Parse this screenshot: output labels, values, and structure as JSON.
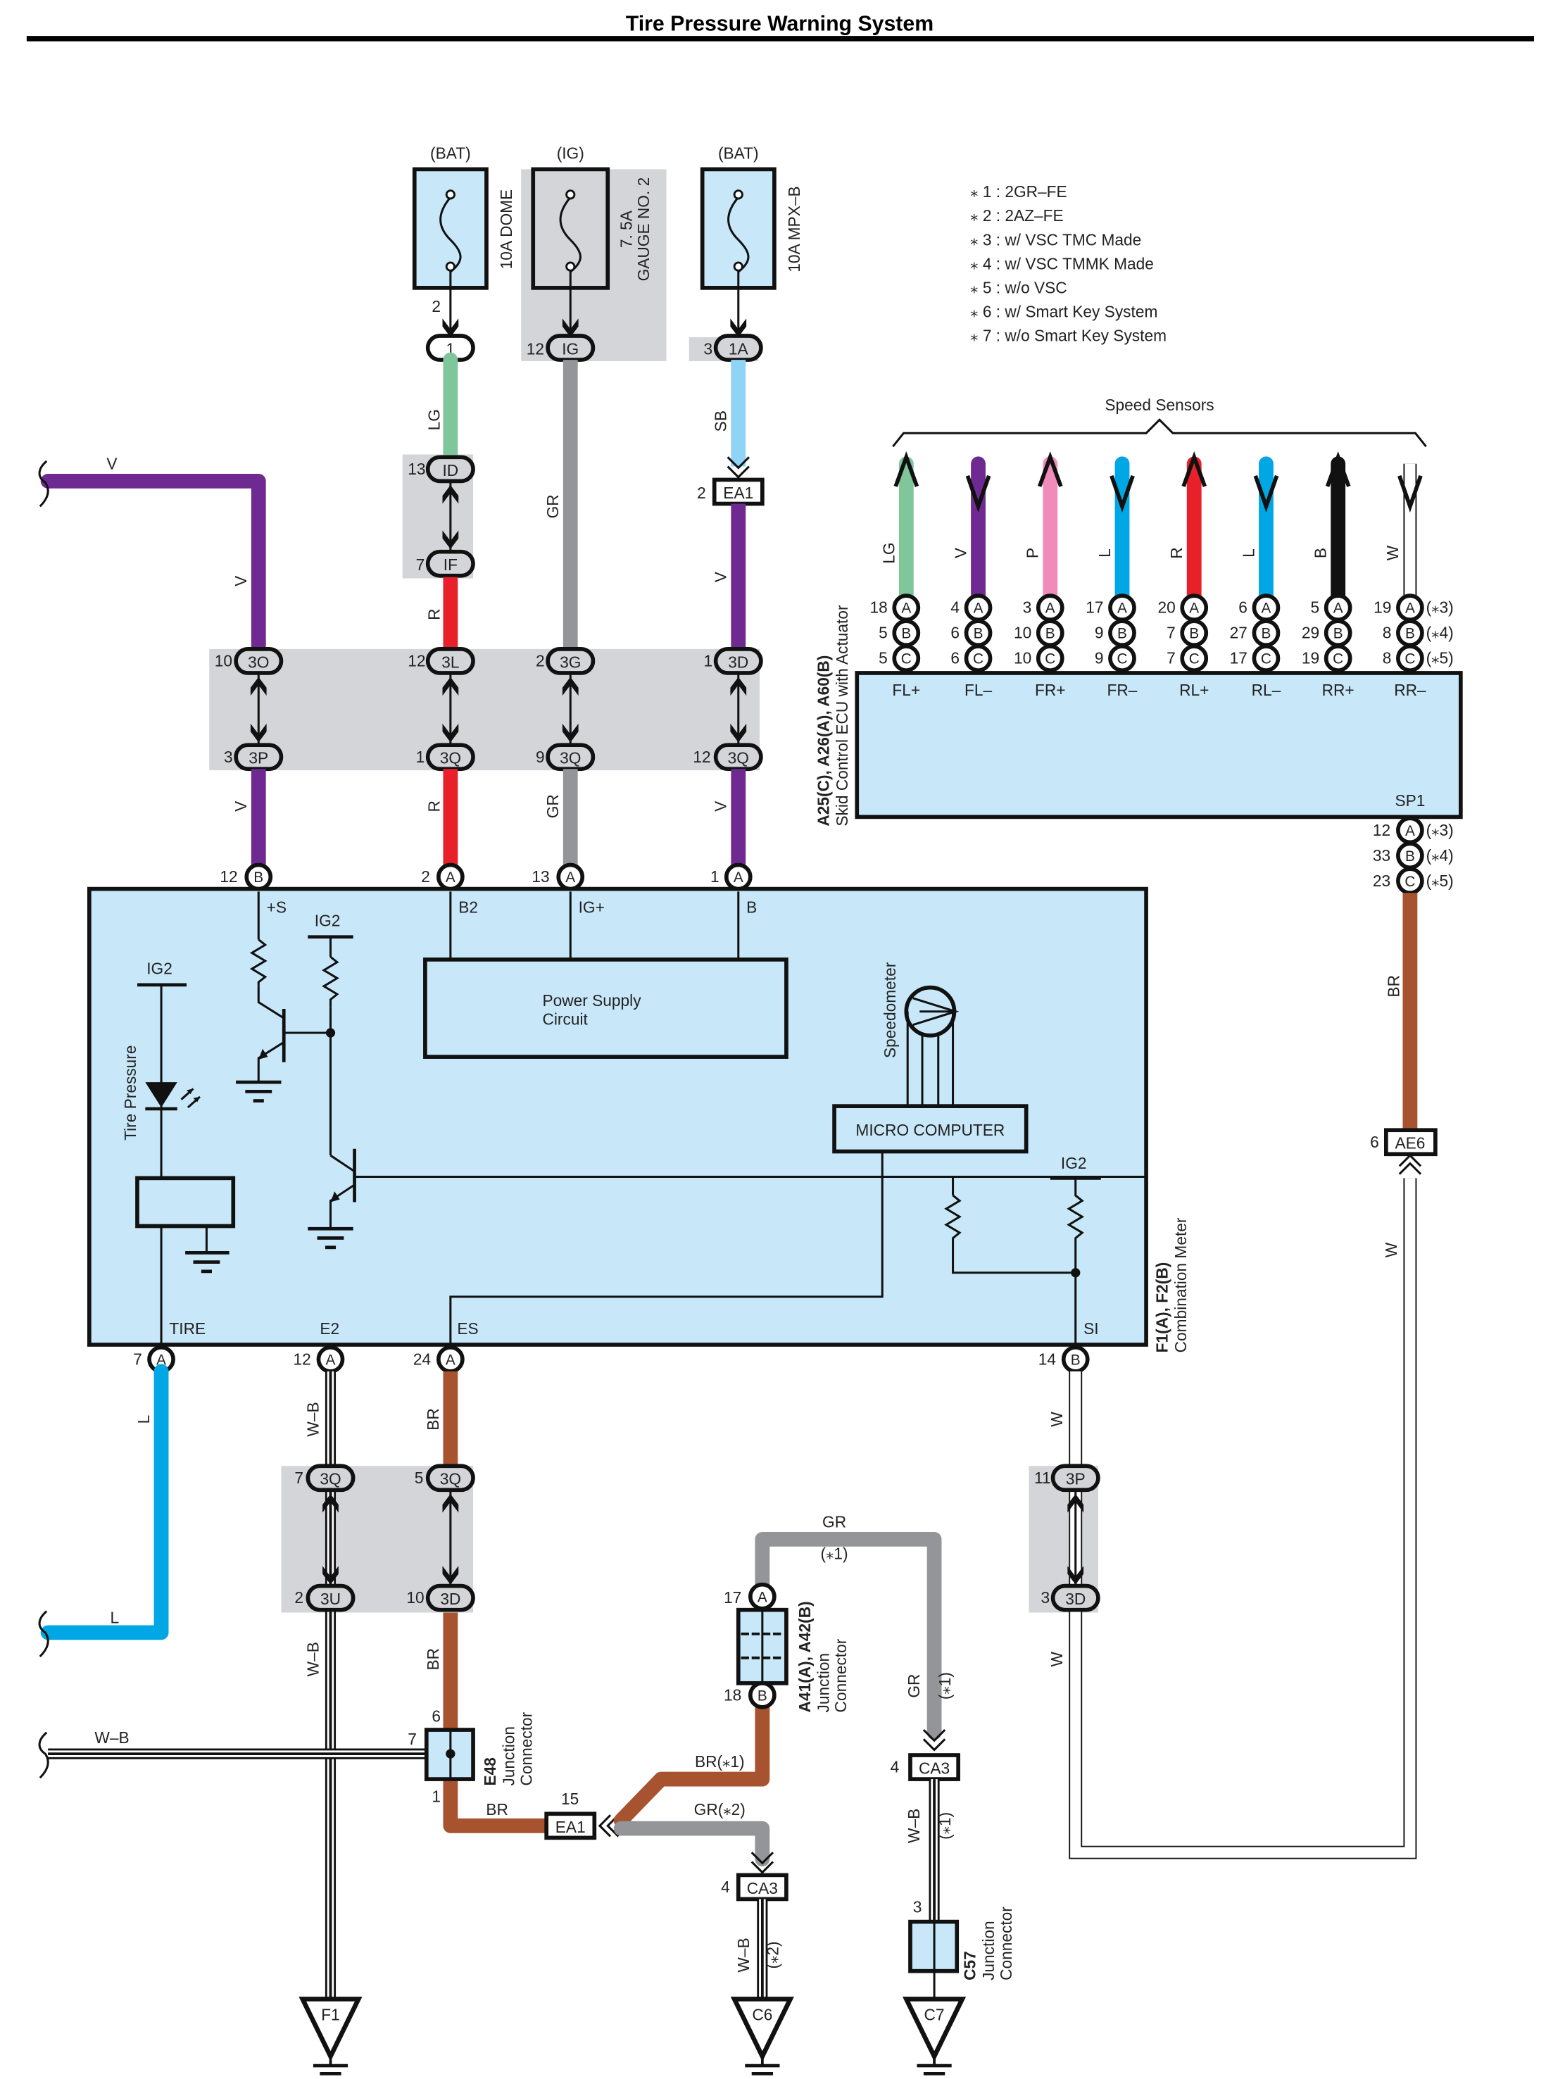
{
  "title": "Tire Pressure Warning System",
  "colors": {
    "V": "#6e2a91",
    "R": "#e8202a",
    "GR": "#939598",
    "LG": "#7fc79a",
    "SB": "#8fd3f5",
    "L": "#00a7e4",
    "P": "#f08cba",
    "B": "#111111",
    "BR": "#a8532f",
    "W": "#ffffff",
    "component_fill": "#c8e8f9",
    "splice_panel": "#d4d5d8"
  },
  "notes": [
    "⁎ 1 : 2GR–FE",
    "⁎ 2 : 2AZ–FE",
    "⁎ 3 : w/ VSC TMC Made",
    "⁎ 4 : w/ VSC TMMK Made",
    "⁎ 5 : w/o VSC",
    "⁎ 6 : w/ Smart Key System",
    "⁎ 7 : w/o Smart Key System"
  ],
  "fuses": [
    {
      "source": "(BAT)",
      "name": "10A DOME",
      "name2": "",
      "pin": "2",
      "connector": "1"
    },
    {
      "source": "(IG)",
      "name": "7. 5A",
      "name2": "GAUGE NO. 2",
      "pin": "12",
      "connector": "IG"
    },
    {
      "source": "(BAT)",
      "name": "10A MPX–B",
      "name2": "",
      "pin": "3",
      "connector": "1A"
    }
  ],
  "upper_wires": {
    "dome_wire": "LG",
    "gauge_wire": "GR",
    "mpx_wire": "SB",
    "id_pin": "13",
    "id_conn": "ID",
    "if_pin": "7",
    "if_conn": "IF",
    "ea1_pin": "2",
    "ea1_conn": "EA1",
    "left_wire": "V"
  },
  "splice_row": [
    {
      "top_pin": "10",
      "top_conn": "3O",
      "bot_pin": "3",
      "bot_conn": "3P",
      "wire_top": "V",
      "wire_bot": "V"
    },
    {
      "top_pin": "12",
      "top_conn": "3L",
      "bot_pin": "1",
      "bot_conn": "3Q",
      "wire_top": "R",
      "wire_bot": "R"
    },
    {
      "top_pin": "2",
      "top_conn": "3G",
      "bot_pin": "9",
      "bot_conn": "3Q",
      "wire_top": "GR",
      "wire_bot": "GR"
    },
    {
      "top_pin": "1",
      "top_conn": "3D",
      "bot_pin": "12",
      "bot_conn": "3Q",
      "wire_top": "V",
      "wire_bot": "V"
    }
  ],
  "meter": {
    "name_code": "F1(A), F2(B)",
    "name": "Combination Meter",
    "top_pins": [
      {
        "pin": "12",
        "conn": "B",
        "terminal": "+S"
      },
      {
        "pin": "2",
        "conn": "A",
        "terminal": "B2"
      },
      {
        "pin": "13",
        "conn": "A",
        "terminal": "IG+"
      },
      {
        "pin": "1",
        "conn": "A",
        "terminal": "B"
      }
    ],
    "bottom_pins": [
      {
        "pin": "7",
        "conn": "A",
        "terminal": "TIRE"
      },
      {
        "pin": "12",
        "conn": "A",
        "terminal": "E2"
      },
      {
        "pin": "24",
        "conn": "A",
        "terminal": "ES"
      },
      {
        "pin": "14",
        "conn": "B",
        "terminal": "SI"
      }
    ],
    "ig2": "IG2",
    "tire_pressure": "Tire Pressure",
    "power_supply": "Power Supply",
    "power_supply2": "Circuit",
    "speedometer": "Speedometer",
    "micro_computer": "MICRO COMPUTER"
  },
  "ecu": {
    "name_code": "A25(C), A26(A), A60(B)",
    "name": "Skid Control ECU with Actuator",
    "speed_sensors_label": "Speed Sensors",
    "terminals": [
      {
        "terminal": "FL+",
        "wire": "LG",
        "pins": [
          "18",
          "5",
          "5"
        ],
        "dir": "up"
      },
      {
        "terminal": "FL–",
        "wire": "V",
        "pins": [
          "4",
          "6",
          "6"
        ],
        "dir": "down"
      },
      {
        "terminal": "FR+",
        "wire": "P",
        "pins": [
          "3",
          "10",
          "10"
        ],
        "dir": "up"
      },
      {
        "terminal": "FR–",
        "wire": "L",
        "pins": [
          "17",
          "9",
          "9"
        ],
        "dir": "down"
      },
      {
        "terminal": "RL+",
        "wire": "R",
        "pins": [
          "20",
          "7",
          "7"
        ],
        "dir": "up"
      },
      {
        "terminal": "RL–",
        "wire": "L",
        "pins": [
          "6",
          "27",
          "17"
        ],
        "dir": "down"
      },
      {
        "terminal": "RR+",
        "wire": "B",
        "pins": [
          "5",
          "29",
          "19"
        ],
        "dir": "up"
      },
      {
        "terminal": "RR–",
        "wire": "W",
        "pins": [
          "19",
          "8",
          "8"
        ],
        "dir": "down"
      }
    ],
    "conn_letters": [
      "A",
      "B",
      "C"
    ],
    "variant_notes": [
      "(⁎3)",
      "(⁎4)",
      "(⁎5)"
    ],
    "sp1": "SP1",
    "sp1_pins": [
      "12",
      "33",
      "23"
    ],
    "sp1_wire": "BR",
    "ae6_pin": "6",
    "ae6_conn": "AE6",
    "ae6_wire": "W"
  },
  "lower": {
    "tire_wire": "L",
    "e2_wire": "W–B",
    "es_wire": "BR",
    "si_wire": "W",
    "splice_e2_top": {
      "pin": "7",
      "conn": "3Q"
    },
    "splice_e2_bot": {
      "pin": "2",
      "conn": "3U"
    },
    "splice_es_top": {
      "pin": "5",
      "conn": "3Q"
    },
    "splice_es_bot": {
      "pin": "10",
      "conn": "3D"
    },
    "splice_si_top": {
      "pin": "11",
      "conn": "3P"
    },
    "splice_si_bot": {
      "pin": "3",
      "conn": "3D"
    },
    "e48": {
      "code": "E48",
      "name1": "Junction",
      "name2": "Connector",
      "pin_top": "6",
      "pin_left": "7",
      "pin_bot": "1"
    },
    "left_wb": "W–B",
    "ea1_pin": "15",
    "ea1_conn": "EA1",
    "br_to_ea1": "BR",
    "a41": {
      "code": "A41(A), A42(B)",
      "name1": "Junction",
      "name2": "Connector",
      "pin_a": "17",
      "conn_a": "A",
      "pin_b": "18",
      "conn_b": "B"
    },
    "gr_top": "GR",
    "gr_top_note": "(⁎1)",
    "br_note": "BR(⁎1)",
    "gr2_note": "GR(⁎2)",
    "ca3_pin": "4",
    "ca3_conn": "CA3",
    "gr_right": "GR",
    "gr_right_note": "(⁎1)",
    "wb_right": "W–B",
    "wb_right_note": "(⁎1)",
    "wb_mid": "W–B",
    "wb_mid_note": "(⁎2)",
    "c57": {
      "code": "C57",
      "name1": "Junction",
      "name2": "Connector",
      "pin": "3"
    },
    "grounds": [
      "F1",
      "C6",
      "C7"
    ]
  }
}
